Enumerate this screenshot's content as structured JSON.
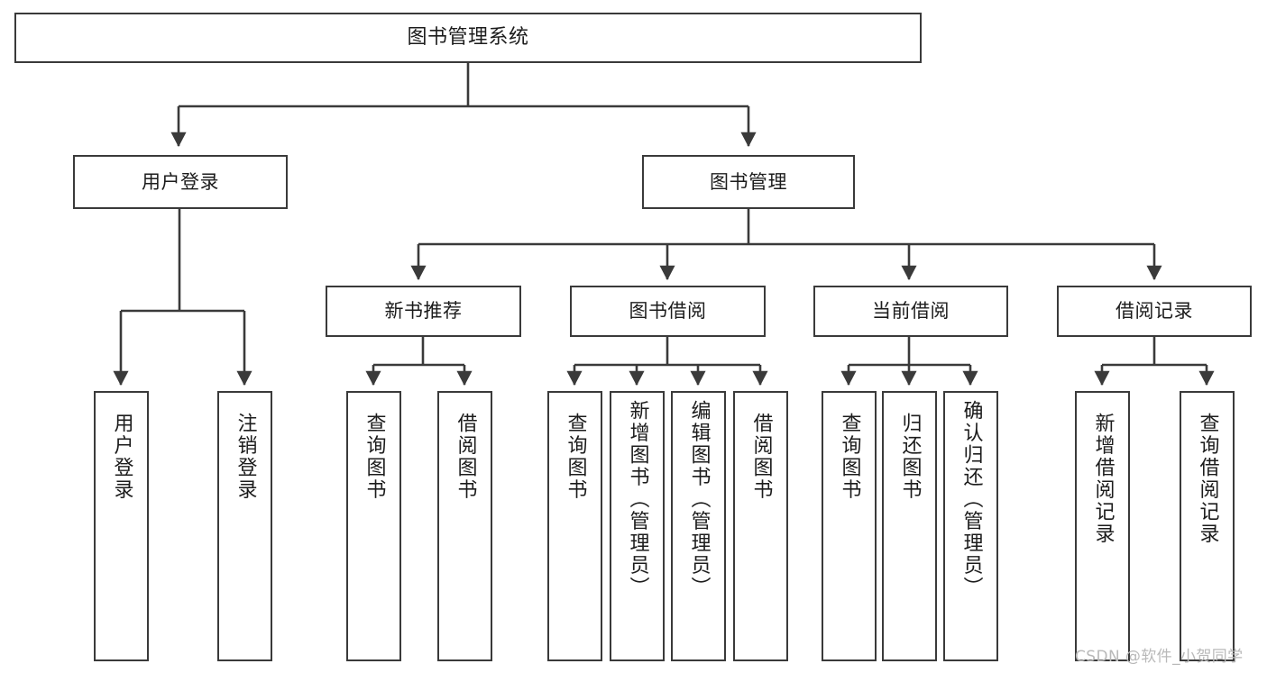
{
  "diagram": {
    "title": "图书管理系统",
    "type": "hierarchy-tree",
    "levels": 4,
    "colors": {
      "stroke": "#3a3a3a",
      "fill": "#ffffff",
      "text": "#1c1c1c",
      "watermark": "#b9b9b9",
      "background": "#ffffff"
    }
  },
  "root": {
    "label": "图书管理系统"
  },
  "level2": [
    {
      "label": "用户登录"
    },
    {
      "label": "图书管理"
    }
  ],
  "level3": [
    {
      "label": "新书推荐"
    },
    {
      "label": "图书借阅"
    },
    {
      "label": "当前借阅"
    },
    {
      "label": "借阅记录"
    }
  ],
  "leaves": {
    "user_login": [
      {
        "label": "用户登录"
      },
      {
        "label": "注销登录"
      }
    ],
    "new_book_recommend": [
      {
        "label": "查询图书"
      },
      {
        "label": "借阅图书"
      }
    ],
    "book_borrow": [
      {
        "label": "查询图书"
      },
      {
        "label": "新增图书（管理员）"
      },
      {
        "label": "编辑图书（管理员）"
      },
      {
        "label": "借阅图书"
      }
    ],
    "current_borrow": [
      {
        "label": "查询图书"
      },
      {
        "label": "归还图书"
      },
      {
        "label": "确认归还（管理员）"
      }
    ],
    "borrow_record": [
      {
        "label": "新增借阅记录"
      },
      {
        "label": "查询借阅记录"
      }
    ]
  },
  "watermark": {
    "text": "CSDN @软件_小贺同学"
  }
}
